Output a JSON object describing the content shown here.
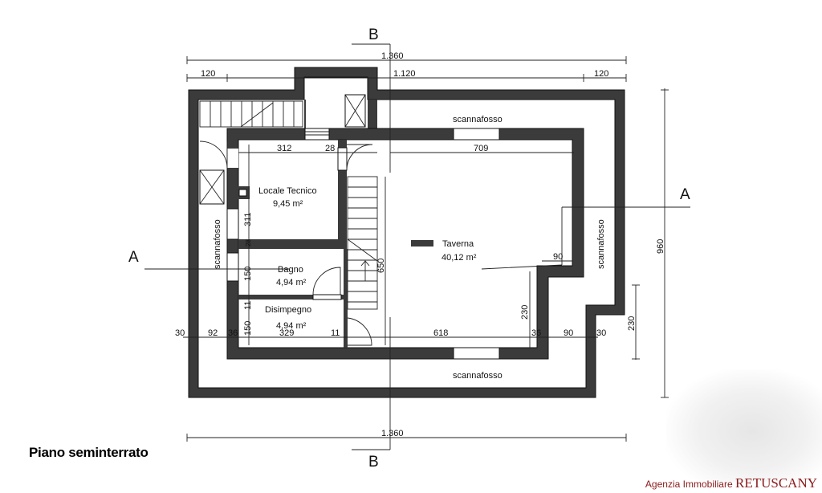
{
  "title": "Piano seminterrato",
  "logo": {
    "prefix": "Agenzia Immobiliare",
    "brand": "RETUSCANY"
  },
  "sections": {
    "b_top": "B",
    "b_bottom": "B",
    "a_left": "A",
    "a_right": "A"
  },
  "rooms": [
    {
      "name": "Locale Tecnico",
      "area": "9,45 m²"
    },
    {
      "name": "Bagno",
      "area": "4,94 m²"
    },
    {
      "name": "Disimpegno",
      "area": "4,94 m²"
    },
    {
      "name": "Taverna",
      "area": "40,12 m²"
    }
  ],
  "scannafosso": [
    "scannafosso",
    "scannafosso",
    "scannafosso",
    "scannafosso"
  ],
  "dimensions": {
    "top_total": "1.360",
    "top_left": "120",
    "top_mid": "1.120",
    "top_right": "120",
    "bottom_total": "1.360",
    "right_total": "960",
    "right_step": "230",
    "d312": "312",
    "d28": "28",
    "d709": "709",
    "d311": "311",
    "d650": "650",
    "d150a": "150",
    "d11a": "11",
    "d150b": "150",
    "d28b": "28",
    "d30a": "30",
    "d92": "92",
    "d36a": "36",
    "d329": "329",
    "d11b": "11",
    "d618": "618",
    "d36b": "36",
    "d90a": "90",
    "d30b": "30",
    "d230": "230",
    "d90b": "90"
  }
}
